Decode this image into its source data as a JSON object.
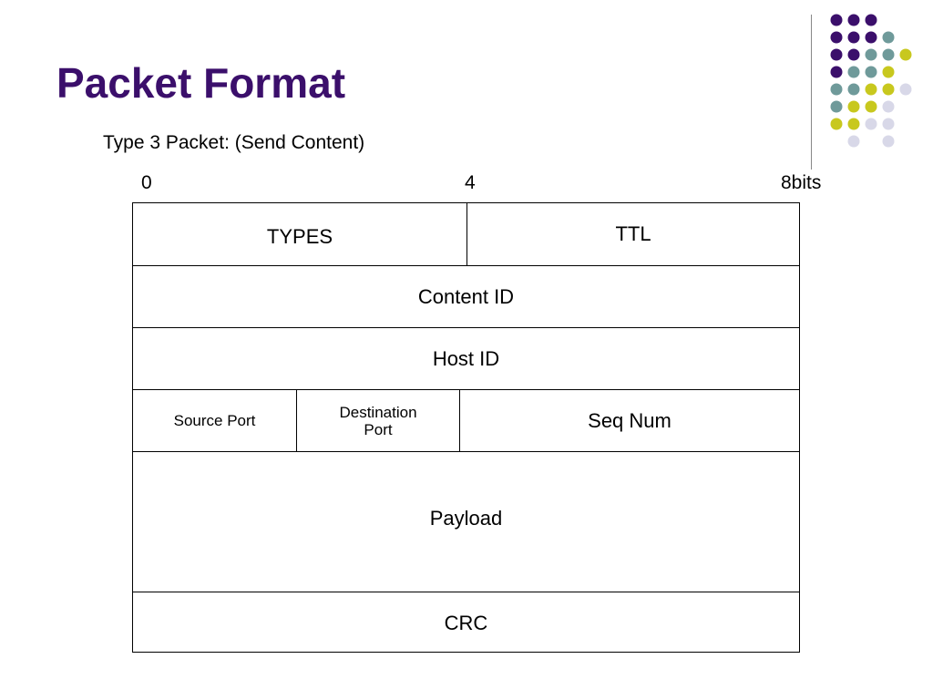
{
  "title": "Packet Format",
  "subtitle": "Type 3 Packet: (Send Content)",
  "scale_labels": [
    "0",
    "4",
    "8bits"
  ],
  "fields": {
    "types": "TYPES",
    "ttl": "TTL",
    "content_id": "Content ID",
    "host_id": "Host ID",
    "source_port": "Source Port",
    "destination_port": "Destination Port",
    "seq_num": "Seq Num",
    "payload": "Payload",
    "crc": "CRC"
  },
  "colors": {
    "title": "#3b0f6b",
    "dot_purple": "#3b0f6b",
    "dot_teal": "#6f9a9a",
    "dot_yellow": "#c8c81e",
    "dot_lavender": "#d8d8e8"
  }
}
